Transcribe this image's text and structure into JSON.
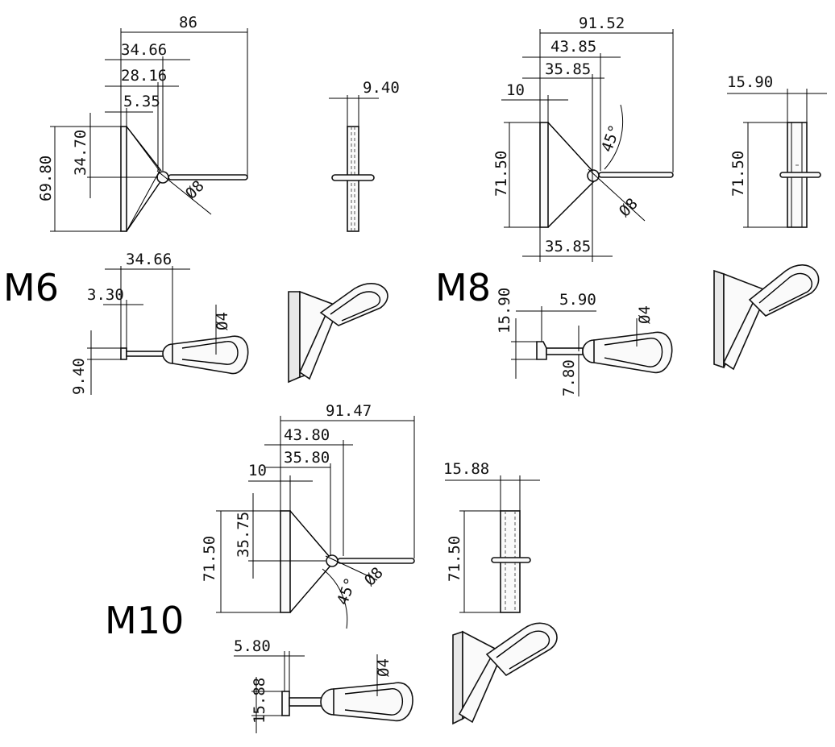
{
  "models": {
    "m6": {
      "label": "M6"
    },
    "m8": {
      "label": "M8"
    },
    "m10": {
      "label": "M10"
    }
  },
  "dims": {
    "m6": {
      "overall_length": "86",
      "hole_offset": "34.66",
      "web_end": "28.16",
      "plate_thickness": "5.35",
      "plate_height": "69.80",
      "hole_height": "34.70",
      "hole_dia": "Ø8",
      "side_width": "9.40",
      "bottom_offset": "34.66",
      "bottom_plate": "3.30",
      "bottom_width": "9.40",
      "hook_dia": "Ø4"
    },
    "m8": {
      "overall_length": "91.52",
      "web_outer": "43.85",
      "hole_offset": "35.85",
      "plate_thickness": "10",
      "plate_height": "71.50",
      "angle": "45°",
      "hole_dia": "Ø8",
      "hole_offset_bottom": "35.85",
      "side_width": "15.90",
      "side_height": "71.50",
      "bottom_height": "15.90",
      "bottom_plate": "5.90",
      "bottom_lower": "7.80",
      "hook_dia": "Ø4"
    },
    "m10": {
      "overall_length": "91.47",
      "web_outer": "43.80",
      "plate_thickness": "10",
      "hole_offset": "35.80",
      "plate_height": "71.50",
      "hole_height": "35.75",
      "angle": "45°",
      "hole_dia": "Ø8",
      "side_width": "15.88",
      "side_height": "71.50",
      "bottom_plate": "5.80",
      "bottom_height": "15.88",
      "hook_dia": "Ø4"
    }
  }
}
